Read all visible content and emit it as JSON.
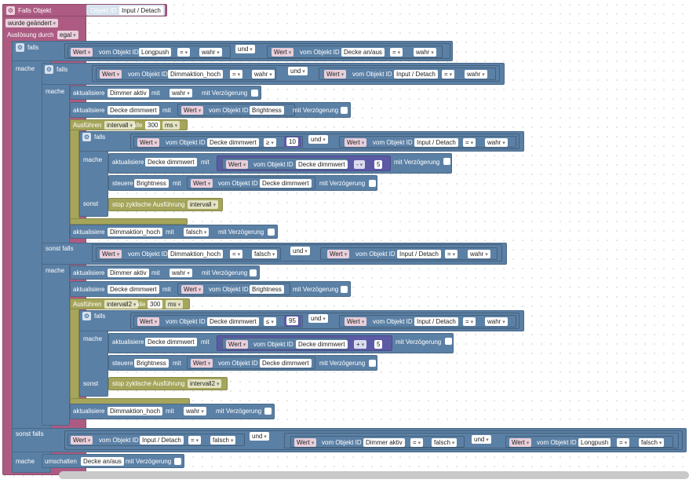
{
  "root": {
    "falls_objekt": "Falls Objekt",
    "objekt_id_label": "Objekt ID",
    "objekt_id_value": "Input / Detach",
    "wurde_geandert": "wurde geändert",
    "auslosung_durch": "Auslösung durch",
    "egal": "egal",
    "mache": "mache"
  },
  "kw": {
    "falls": "falls",
    "mache": "mache",
    "sonst_falls": "sonst falls",
    "sonst": "sonst",
    "und": "und",
    "wert": "Wert",
    "vom_objekt_id": "vom Objekt ID",
    "aktualisiere": "aktualisiere",
    "steuere": "steuere",
    "mit": "mit",
    "mit_verzogerung": "mit Verzögerung",
    "ausfuhren": "Ausführen",
    "alle": "alle",
    "ms": "ms",
    "stop": "stop zyklische Ausführung",
    "umschalten": "umschalten",
    "eq": "=",
    "ge": "≥",
    "le": "≤",
    "minus": "-",
    "plus": "+"
  },
  "ids": {
    "longpush": "Longpush",
    "decke_an_aus": "Decke an/aus",
    "dimmaktion_hoch": "Dimmaktion_hoch",
    "input_detach": "Input / Detach",
    "dimmer_aktiv": "Dimmer aktiv",
    "decke_dimmwert": "Decke dimmwert",
    "brightness": "Brightness"
  },
  "vals": {
    "wahr": "wahr",
    "falsch": "falsch",
    "intervall": "intervall",
    "intervall2": "intervall2",
    "t300": "300",
    "n10": "10",
    "n95": "95",
    "n5": "5"
  },
  "colors": {
    "logic": "#5b80a5",
    "trigger": "#ad5b82",
    "timer": "#a5a55b",
    "math": "#5b5ba5"
  }
}
